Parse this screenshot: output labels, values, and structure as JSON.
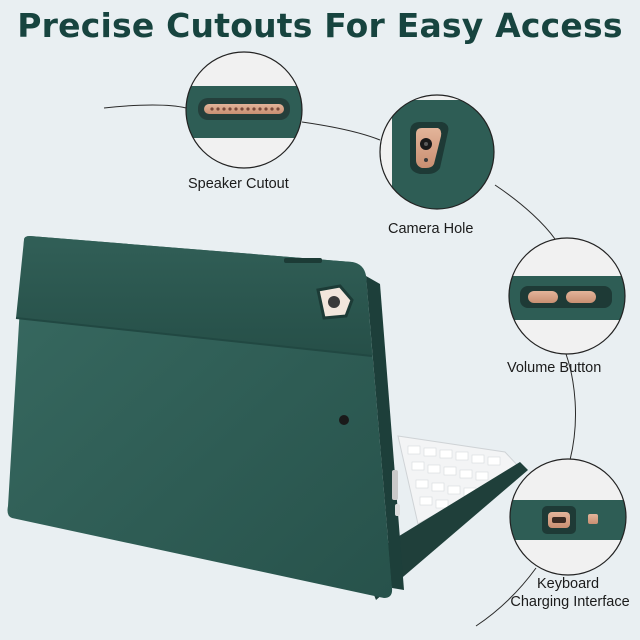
{
  "headline": "Precise Cutouts For Easy Access",
  "callouts": {
    "speaker": "Speaker Cutout",
    "camera": "Camera Hole",
    "volume": "Volume Button",
    "charging_line1": "Keyboard",
    "charging_line2": "Charging Interface"
  },
  "colors": {
    "background": "#e9eff2",
    "case_green": "#2f5d55",
    "accent_rose_gold": "#d9a78c",
    "headline": "#17443f"
  }
}
